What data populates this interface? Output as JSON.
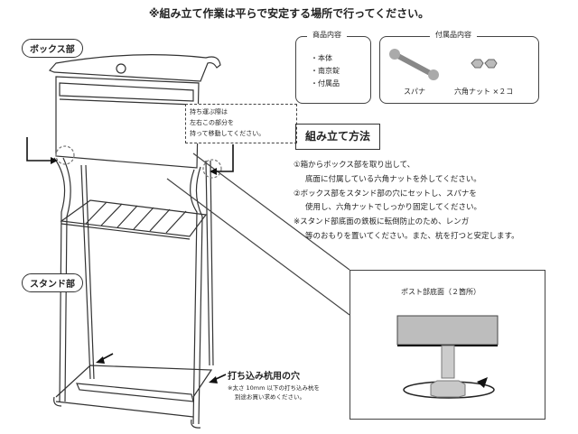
{
  "title": "※組み立て作業は平らで安定する場所で行ってください。",
  "labels": {
    "box_part": "ボックス部",
    "stand_part": "スタンド部"
  },
  "carry_note": [
    "持ち運ぶ際は",
    "左右この部分を",
    "持って移動してください。"
  ],
  "product_contents": {
    "heading": "商品内容",
    "items": [
      "・本体",
      "・南京錠",
      "・付属品"
    ]
  },
  "accessories": {
    "heading": "付属品内容",
    "items": [
      {
        "label": "スパナ",
        "icon": "wrench-icon"
      },
      {
        "label": "六角ナット ×２コ",
        "icon": "hex-nut-icon"
      }
    ]
  },
  "assembly": {
    "heading": "組み立て方法",
    "lines": [
      "①箱からボックス部を取り出して、",
      "底面に付属している六角ナットを外してください。",
      "②ボックス部をスタンド部の穴にセットし、スパナを",
      "使用し、六角ナットでしっかり固定してください。",
      "※スタンド部底面の鉄板に転倒防止のため、レンガ",
      "等のおもりを置いてください。また、杭を打つと安定します。"
    ]
  },
  "detail": {
    "title": "ポスト部底面（２箇所）"
  },
  "pile_hole": {
    "label": "打ち込み杭用の穴",
    "note": [
      "※太さ 10mm 以下の打ち込み杭を",
      "別途お買い求めください。"
    ]
  }
}
